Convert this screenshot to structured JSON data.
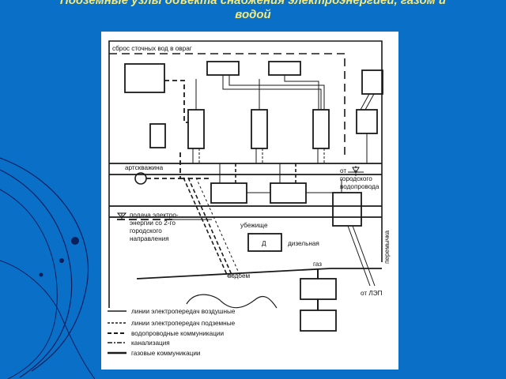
{
  "slide": {
    "title_lines": [
      "Подземные узлы объекта снабжения электроэнергией, газом и",
      "водой"
    ],
    "colors": {
      "background": "#0a6fc7",
      "title": "#f5e97a",
      "panel": "#ffffff",
      "ink": "#1a1a1a"
    }
  },
  "diagram": {
    "labels": {
      "sewage": "сброс сточных вод в овраг",
      "well": "артскважина",
      "city_water": [
        "от",
        "городского",
        "водопровода"
      ],
      "power_feed": [
        "подача электро-",
        "энергии со 2-го",
        "городского",
        "направления"
      ],
      "shelter": "убежище",
      "diesel_box": "Д",
      "diesel": "дизельная",
      "jumper": "перемычка",
      "gas": "газ",
      "power_line": "от ЛЭП",
      "pond": "водоем"
    },
    "legend": [
      {
        "style": "thin-solid",
        "text": "линии электропередач воздушные"
      },
      {
        "style": "thin-dashed",
        "text": "линии электропередач подземные"
      },
      {
        "style": "thick-dashed",
        "text": "водопроводные коммуникации"
      },
      {
        "style": "dash-dot",
        "text": "канализация"
      },
      {
        "style": "thick-solid",
        "text": "газовые коммуникации"
      }
    ]
  }
}
